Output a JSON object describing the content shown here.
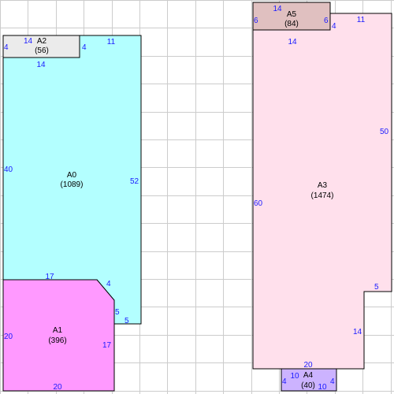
{
  "colors": {
    "grid": "#cccccc",
    "dimension_text": "#1a1aff",
    "outline": "#000000"
  },
  "rooms": [
    {
      "id": "A0",
      "area": "(1089)",
      "fill": "#b3ffff",
      "dims": [
        "14",
        "11",
        "52",
        "5",
        "5",
        "4",
        "17",
        "40"
      ]
    },
    {
      "id": "A1",
      "area": "(396)",
      "fill": "#ff99ff",
      "dims": [
        "20",
        "17",
        "20"
      ]
    },
    {
      "id": "A2",
      "area": "(56)",
      "fill": "#ebebeb",
      "dims": [
        "14",
        "4",
        "4"
      ]
    },
    {
      "id": "A3",
      "area": "(1474)",
      "fill": "#ffe0ec",
      "dims": [
        "14",
        "11",
        "50",
        "5",
        "14",
        "20",
        "60"
      ]
    },
    {
      "id": "A4",
      "area": "(40)",
      "fill": "#ccb3ff",
      "dims": [
        "10",
        "4",
        "10",
        "4"
      ]
    },
    {
      "id": "A5",
      "area": "(84)",
      "fill": "#e0c0c0",
      "dims": [
        "14",
        "6",
        "6",
        "4"
      ]
    }
  ]
}
